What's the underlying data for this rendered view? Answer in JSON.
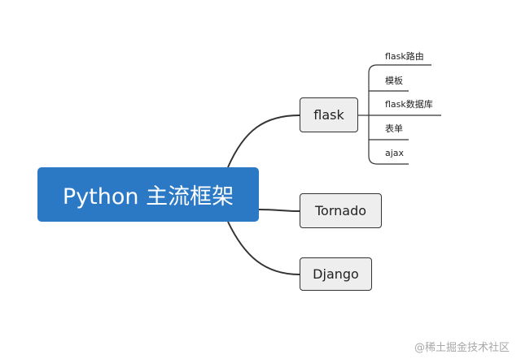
{
  "root": {
    "label": "Python 主流框架"
  },
  "branches": [
    {
      "label": "flask",
      "children": [
        "flask路由",
        "模板",
        "flask数据库",
        "表单",
        "ajax"
      ]
    },
    {
      "label": "Tornado"
    },
    {
      "label": "Django"
    }
  ],
  "watermark": "@稀土掘金技术社区",
  "colors": {
    "root_fill": "#2b78c4",
    "node_fill": "#eeeeee",
    "line": "#333333"
  }
}
